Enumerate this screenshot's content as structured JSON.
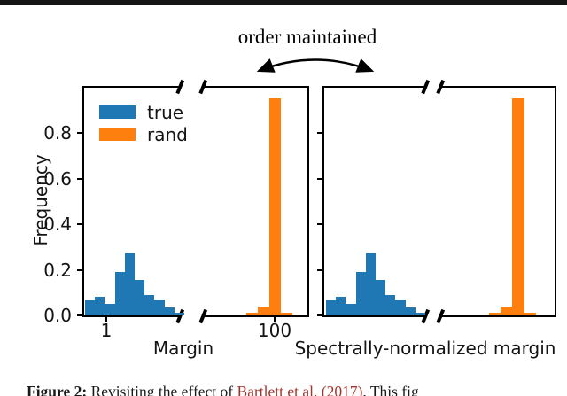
{
  "annotation": {
    "text": "order maintained"
  },
  "caption": {
    "prefix": "Figure 2:",
    "body": " Revisiting the effect of ",
    "citation": "Bartlett et al. (2017)",
    "suffix": ". This fig",
    "citation_color": "#a2332b"
  },
  "colors": {
    "true": "#1f77b4",
    "rand": "#ff7f0e",
    "axis": "#000000"
  },
  "chart_data": [
    {
      "type": "bar",
      "subtype": "histogram with broken x-axis",
      "title": "",
      "xlabel": "Margin",
      "ylabel": "Frequency",
      "ytick_labels": [
        "0.0",
        "0.2",
        "0.4",
        "0.6",
        "0.8"
      ],
      "ytick_values": [
        0.0,
        0.2,
        0.4,
        0.6,
        0.8
      ],
      "ylim": [
        0,
        1.0
      ],
      "xtick_labels": [
        "1",
        "100"
      ],
      "grid": false,
      "legend": [
        "true",
        "rand"
      ],
      "legend_position": "upper left",
      "axis_break": "between blue and orange histograms",
      "series": [
        {
          "name": "true",
          "color": "#1f77b4",
          "segment": "left of axis break (around x tick 1)",
          "values": [
            0.065,
            0.08,
            0.05,
            0.19,
            0.27,
            0.155,
            0.09,
            0.065,
            0.035,
            0.01
          ]
        },
        {
          "name": "rand",
          "color": "#ff7f0e",
          "segment": "right of axis break (around x tick 100)",
          "values": [
            0.01,
            0.04,
            0.95,
            0.01
          ]
        }
      ]
    },
    {
      "type": "bar",
      "subtype": "histogram with broken x-axis",
      "title": "",
      "xlabel": "Spectrally-normalized margin",
      "ylabel": "",
      "ytick_labels": [],
      "ytick_values": [
        0.0,
        0.2,
        0.4,
        0.6,
        0.8
      ],
      "ylim": [
        0,
        1.0
      ],
      "xtick_labels": [],
      "grid": false,
      "legend": [],
      "axis_break": "between blue and orange histograms",
      "series": [
        {
          "name": "true",
          "color": "#1f77b4",
          "segment": "left of axis break",
          "values": [
            0.065,
            0.08,
            0.05,
            0.19,
            0.27,
            0.155,
            0.09,
            0.065,
            0.035,
            0.01
          ]
        },
        {
          "name": "rand",
          "color": "#ff7f0e",
          "segment": "right of axis break",
          "values": [
            0.01,
            0.04,
            0.95,
            0.01
          ]
        }
      ]
    }
  ]
}
